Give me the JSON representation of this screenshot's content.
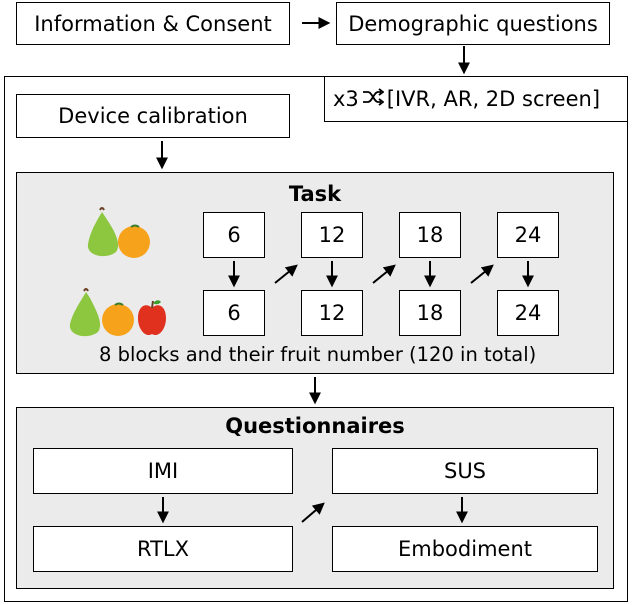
{
  "top": {
    "info_consent": "Information & Consent",
    "demographics": "Demographic questions"
  },
  "conditions": {
    "repeat": "x3",
    "shuffle_icon": "shuffle-icon",
    "list": "[IVR, AR, 2D screen]"
  },
  "calibration": "Device calibration",
  "task": {
    "title": "Task",
    "row1_numbers": [
      "6",
      "12",
      "18",
      "24"
    ],
    "row2_numbers": [
      "6",
      "12",
      "18",
      "24"
    ],
    "row1_fruit": [
      "pear",
      "orange"
    ],
    "row2_fruit": [
      "pear",
      "orange",
      "apple"
    ],
    "caption": "8 blocks and their fruit number (120 in total)"
  },
  "questionnaires": {
    "title": "Questionnaires",
    "imi": "IMI",
    "rtlx": "RTLX",
    "sus": "SUS",
    "embodiment": "Embodiment"
  },
  "colors": {
    "panel_bg": "#ebebeb",
    "pear": "#8dc63f",
    "orange": "#f7a21b",
    "apple": "#e0301e"
  }
}
